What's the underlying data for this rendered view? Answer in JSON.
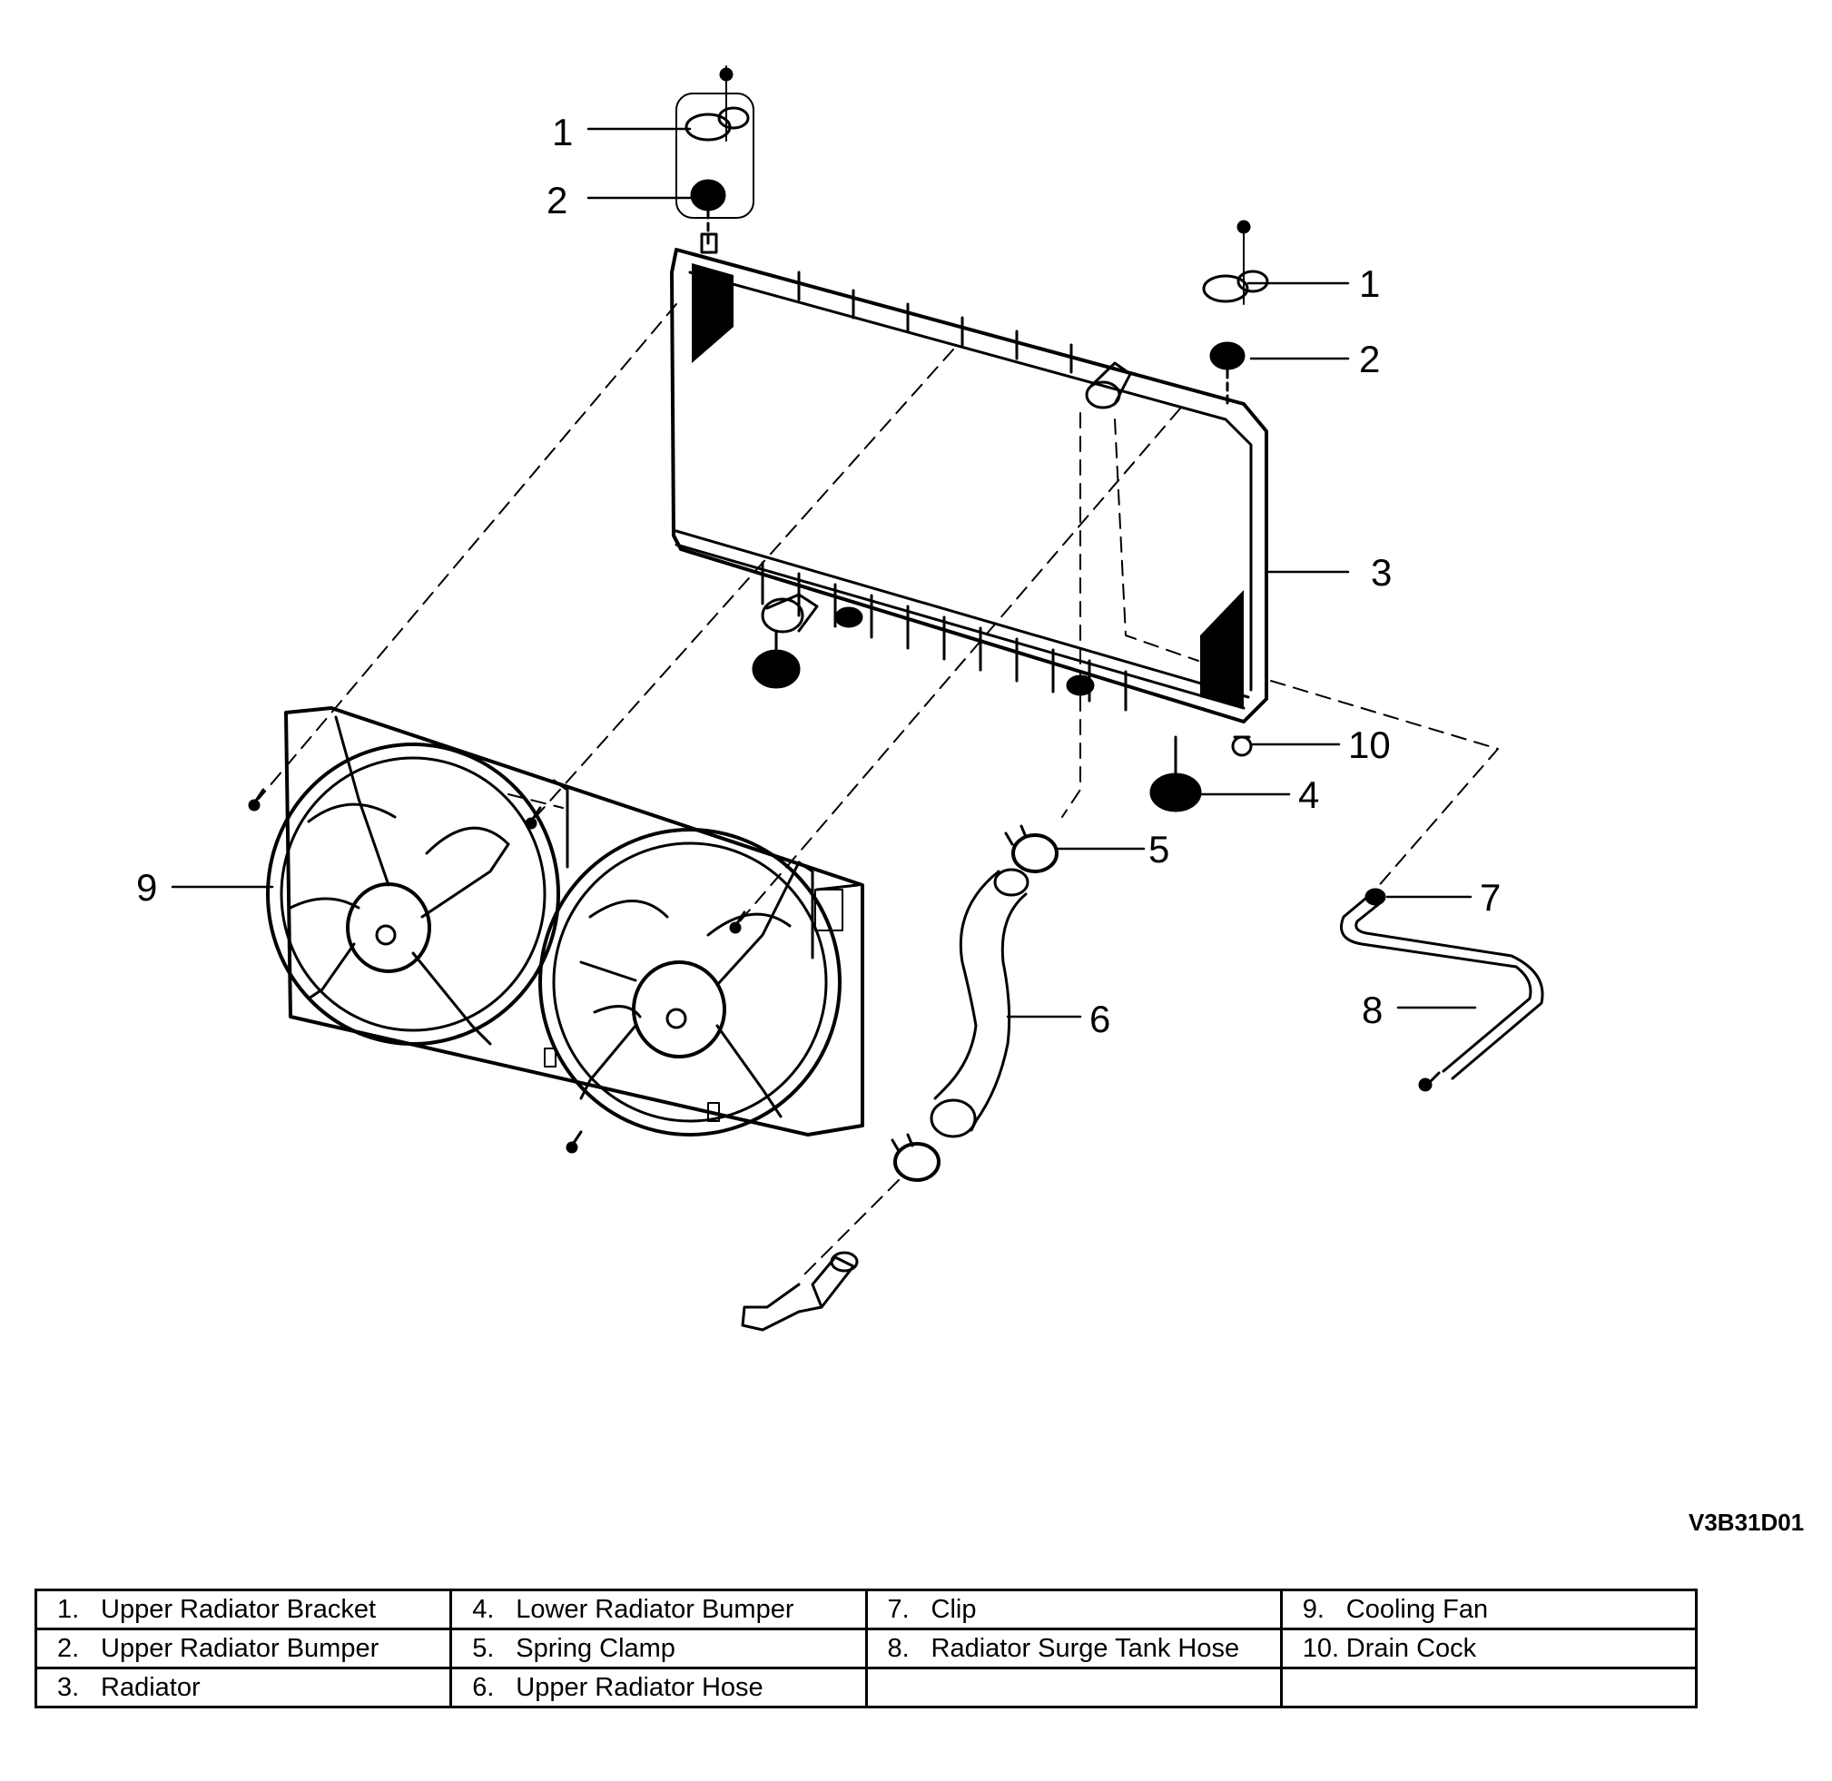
{
  "callouts": {
    "c1a": "1",
    "c2a": "2",
    "c1b": "1",
    "c2b": "2",
    "c3": "3",
    "c10": "10",
    "c4": "4",
    "c5": "5",
    "c7": "7",
    "c9": "9",
    "c6": "6",
    "c8": "8"
  },
  "figure_code": "V3B31D01",
  "legend": [
    [
      {
        "num": "1.",
        "label": "Upper Radiator Bracket"
      },
      {
        "num": "4.",
        "label": "Lower Radiator Bumper"
      },
      {
        "num": "7.",
        "label": "Clip"
      },
      {
        "num": "9.",
        "label": "Cooling Fan"
      }
    ],
    [
      {
        "num": "2.",
        "label": "Upper Radiator Bumper"
      },
      {
        "num": "5.",
        "label": "Spring Clamp"
      },
      {
        "num": "8.",
        "label": "Radiator Surge Tank Hose"
      },
      {
        "num": "10.",
        "label": "Drain Cock"
      }
    ],
    [
      {
        "num": "3.",
        "label": "Radiator"
      },
      {
        "num": "6.",
        "label": "Upper Radiator Hose"
      },
      {
        "num": "",
        "label": ""
      },
      {
        "num": "",
        "label": ""
      }
    ]
  ]
}
